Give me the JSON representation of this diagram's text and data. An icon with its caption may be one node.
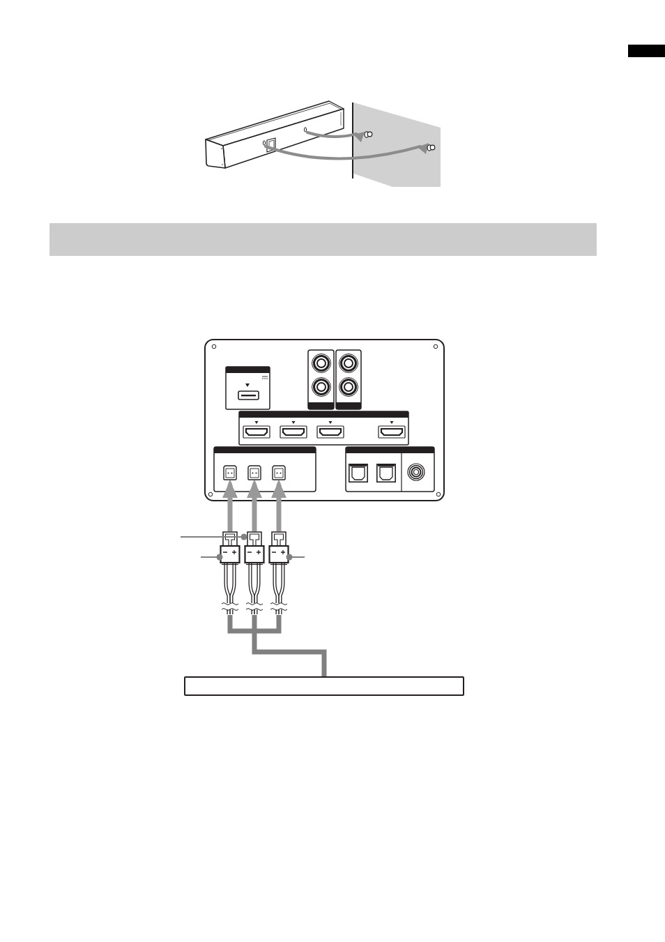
{
  "diagram": {
    "nodes": [
      {
        "text": [],
        "shape": "picture"
      },
      {
        "text": [],
        "shape": "picture",
        "in": 0
      },
      {
        "text": [],
        "shape": "picture",
        "in": 0
      },
      {
        "text": [],
        "shape": "picture",
        "in": 0
      },
      {
        "text": [],
        "shape": "picture",
        "in": 0
      },
      {
        "text": [],
        "shape": "picture",
        "in": 0
      },
      {
        "text": [],
        "shape": "picture"
      },
      {
        "text": [],
        "shape": "picture"
      },
      {
        "text": [],
        "shape": "picture"
      },
      {
        "text": [],
        "shape": "box"
      }
    ],
    "edges": [
      {
        "from": 6,
        "to": 1,
        "arrow": "to",
        "color": "#999999"
      },
      {
        "from": 7,
        "to": 2,
        "arrow": "to",
        "color": "#999999"
      },
      {
        "from": 8,
        "to": 3,
        "arrow": "to",
        "color": "#999999"
      },
      {
        "from": 9,
        "to": 6,
        "arrow": "none"
      },
      {
        "from": 9,
        "to": 7,
        "arrow": "none"
      },
      {
        "from": 9,
        "to": 8,
        "arrow": "none"
      },
      {
        "from": null,
        "to": 7,
        "arrow": "other"
      },
      {
        "from": null,
        "to": 6,
        "arrow": "other"
      },
      {
        "from": null,
        "to": 8,
        "arrow": "other"
      }
    ]
  }
}
